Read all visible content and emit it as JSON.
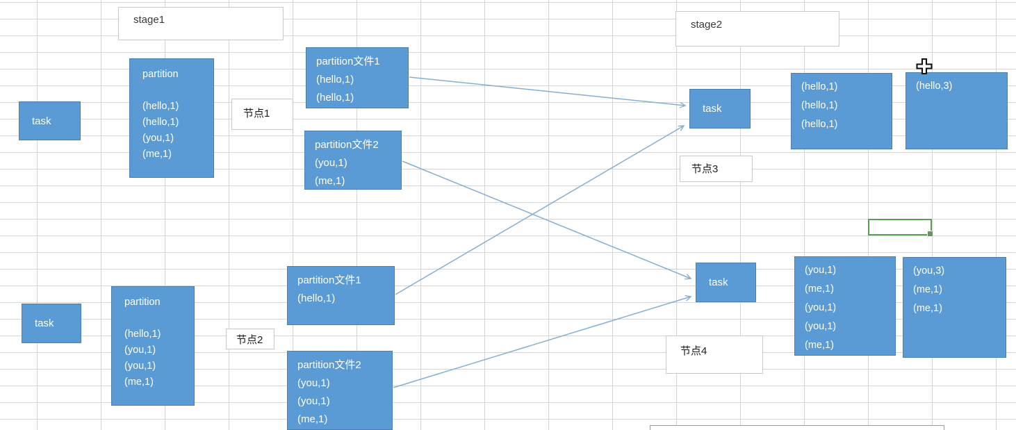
{
  "app": {
    "surface": "spreadsheet-drawing-canvas",
    "gridline_color": "#d4d4d4",
    "selection_color": "#5a9e51"
  },
  "colors": {
    "shape_fill": "#5b9bd5",
    "shape_border": "#4a80b0",
    "shape_text": "#ffffff",
    "connector": "#85aed2",
    "label_border": "#c9c9c9",
    "label_text": "#3a3a3a"
  },
  "stage1": {
    "title": "stage1",
    "task_top": "task",
    "partition_top": "partition\n\n(hello,1)\n(hello,1)\n(you,1)\n(me,1)",
    "node1": "节点1",
    "file1_top": "partition文件1\n(hello,1)\n(hello,1)",
    "file2_top": "partition文件2\n(you,1)\n(me,1)",
    "task_bottom": "task",
    "partition_bottom": "partition\n\n(hello,1)\n(you,1)\n(you,1)\n(me,1)",
    "node2": "节点2",
    "file1_bottom": "partition文件1\n(hello,1)",
    "file2_bottom": "partition文件2\n(you,1)\n(you,1)\n(me,1)"
  },
  "stage2": {
    "title": "stage2",
    "task_top": "task",
    "node3": "节点3",
    "shuffle_top": "(hello,1)\n(hello,1)\n(hello,1)",
    "result_top": "(hello,3)",
    "task_bottom": "task",
    "node4": "节点4",
    "shuffle_bottom": "(you,1)\n(me,1)\n(you,1)\n(you,1)\n(me,1)",
    "result_bottom": "(you,3)\n(me,1)\n(me,1)"
  },
  "cursor": {
    "type": "cell-cross-cursor"
  }
}
